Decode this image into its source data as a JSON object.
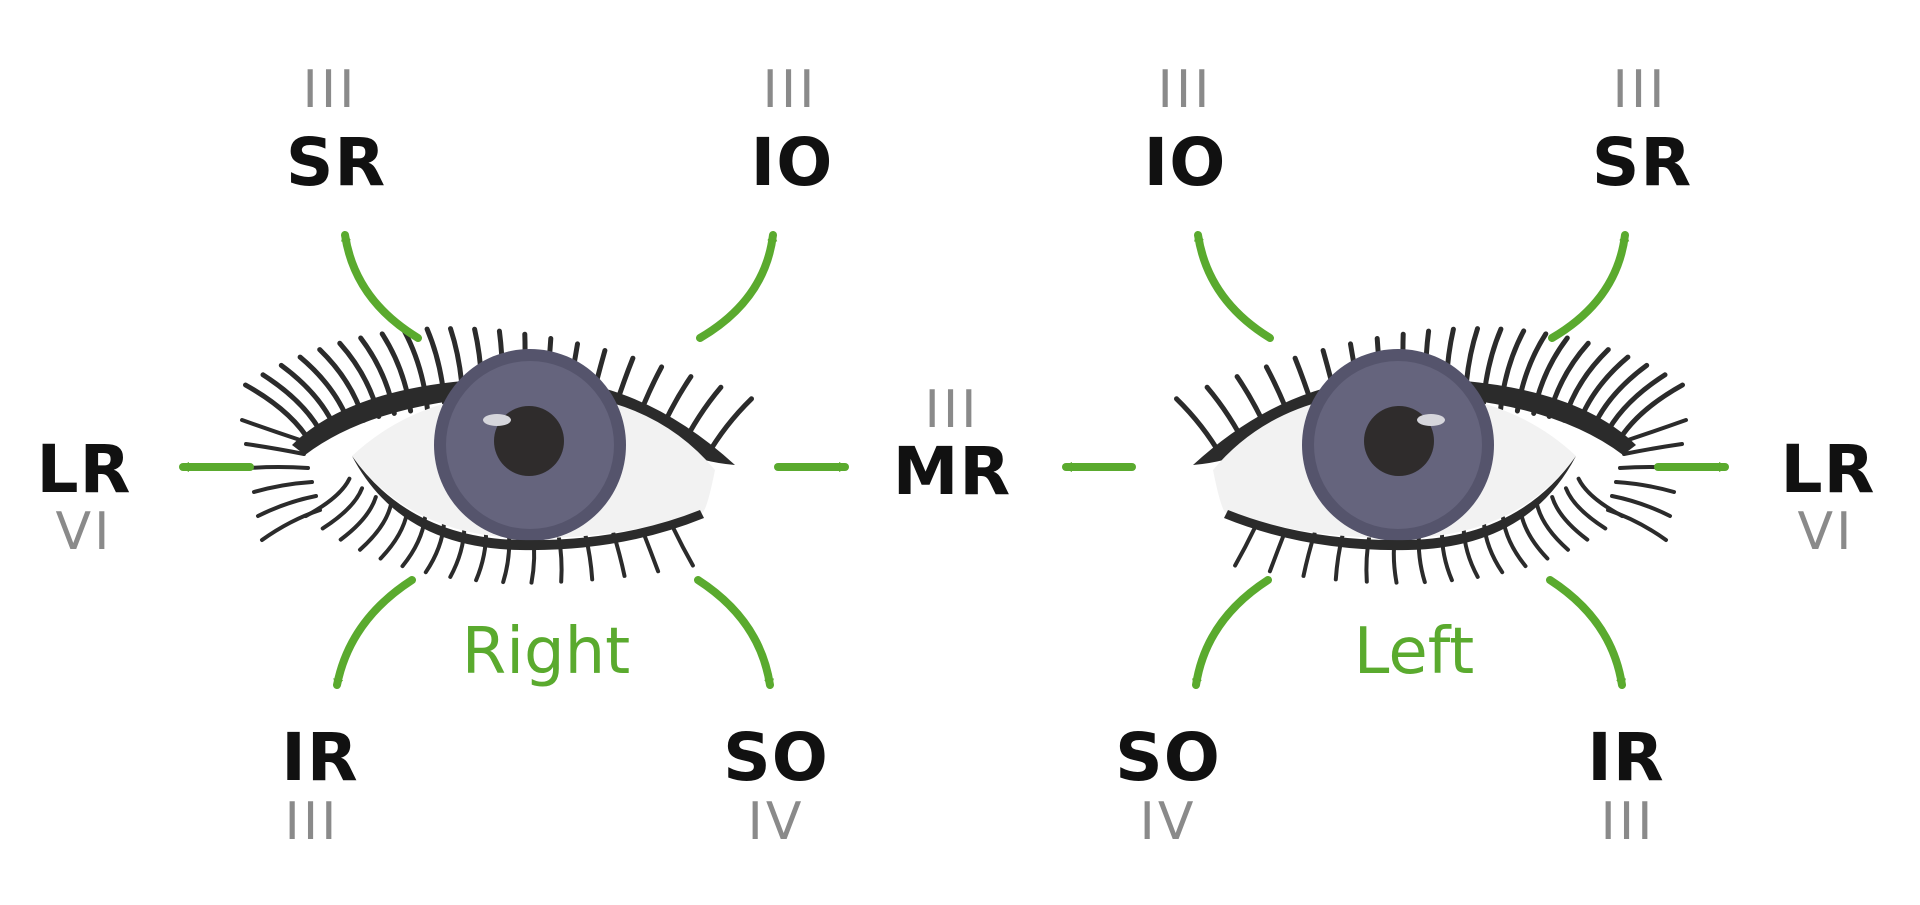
{
  "colors": {
    "arrow": "#5aaa2e",
    "side_label": "#5aaa2e",
    "muscle_label": "#111111",
    "nerve_label": "#8a8a8a",
    "iris": "#65647d",
    "iris_ring": "#55546c",
    "pupil": "#2f2c2c",
    "sclera": "#f2f2f2",
    "lash": "#2b2b2b"
  },
  "right_eye": {
    "side_label": "Right",
    "sr": {
      "muscle": "SR",
      "nerve": "III"
    },
    "io": {
      "muscle": "IO",
      "nerve": "III"
    },
    "lr": {
      "muscle": "LR",
      "nerve": "VI"
    },
    "ir": {
      "muscle": "IR",
      "nerve": "III"
    },
    "so": {
      "muscle": "SO",
      "nerve": "IV"
    }
  },
  "center": {
    "mr": {
      "muscle": "MR",
      "nerve": "III"
    }
  },
  "left_eye": {
    "side_label": "Left",
    "io": {
      "muscle": "IO",
      "nerve": "III"
    },
    "sr": {
      "muscle": "SR",
      "nerve": "III"
    },
    "lr": {
      "muscle": "LR",
      "nerve": "VI"
    },
    "so": {
      "muscle": "SO",
      "nerve": "IV"
    },
    "ir": {
      "muscle": "IR",
      "nerve": "III"
    }
  }
}
